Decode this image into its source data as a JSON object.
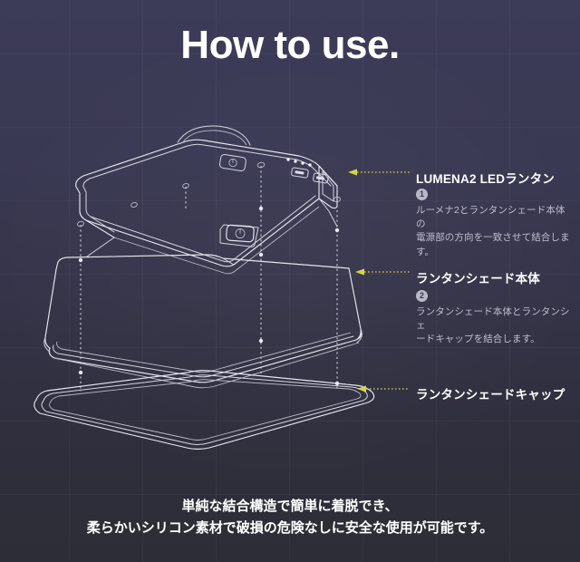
{
  "page": {
    "title": "How to use.",
    "bg_top_color": "#3c3b58",
    "bg_bottom_color": "#2d2d37",
    "accent_leader_color": "#d9d24a",
    "line_color": "#e8e7f0"
  },
  "annotations": [
    {
      "label": "LUMENA2 LEDランタン",
      "step_number": "1",
      "description_lines": [
        "ルーメナ2とランタンシェード本体の",
        "電源部の方向を一致させて結合します。"
      ]
    },
    {
      "label": "ランタンシェード本体",
      "step_number": "2",
      "description_lines": [
        "ランタンシェード本体とランタンシェ",
        "ードキャップを結合します。"
      ]
    },
    {
      "label": "ランタンシェードキャップ",
      "step_number": "",
      "description_lines": []
    }
  ],
  "caption": {
    "line1": "単純な結合構造で簡単に着脱でき、",
    "line2": "柔らかいシリコン素材で破損の危険なしに安全な使用が可能です。"
  },
  "diagram": {
    "parts": [
      {
        "name": "led-lantern-unit",
        "icons": [
          "power-button-icon",
          "usb-port-icon",
          "indicator-led-dots"
        ]
      },
      {
        "name": "lantern-shade-body",
        "icons": []
      },
      {
        "name": "lantern-shade-cap",
        "icons": []
      }
    ],
    "alignment_guides": 4
  }
}
